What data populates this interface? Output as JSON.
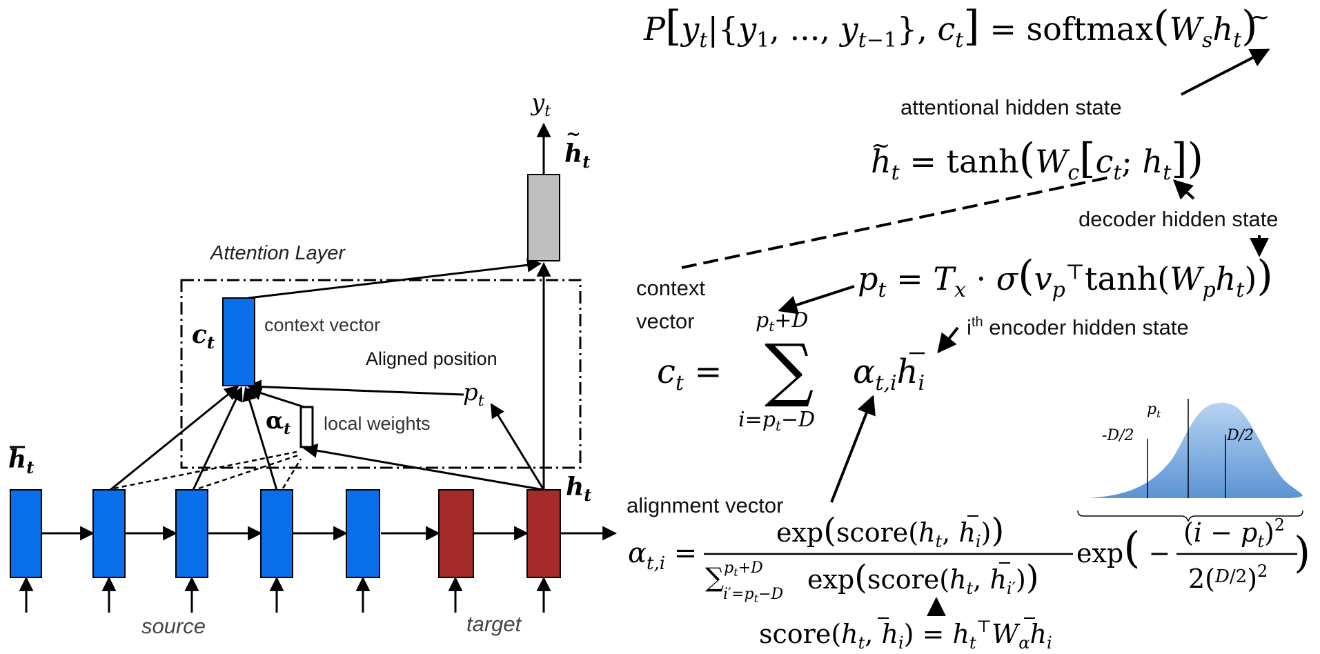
{
  "colors": {
    "encoder": "#0a6fea",
    "decoder": "#a52a2a",
    "top_box": "#bfbfbf",
    "gaussian_top": "#b7d3f2",
    "gaussian_bottom": "#5b93d4"
  },
  "diagram": {
    "attention_layer_label": "Attention Layer",
    "context_vector_label": "context vector",
    "aligned_position_label": "Aligned position",
    "local_weights_label": "local weights",
    "source_label": "source",
    "target_label": "target",
    "c_t": {
      "base": "c",
      "sub": "t"
    },
    "alpha_t": {
      "base": "α",
      "sub": "t"
    },
    "p_t": {
      "base": "p",
      "sub": "t"
    },
    "h_bar_t": {
      "base": "h",
      "sub": "t"
    },
    "h_t": {
      "base": "h",
      "sub": "t"
    },
    "h_tilde_t": {
      "base": "h",
      "sub": "t"
    },
    "y_t": {
      "base": "y",
      "sub": "t"
    }
  },
  "annotations": {
    "attentional_hidden_state": "attentional hidden state",
    "decoder_hidden_state": "decoder hidden state",
    "context_vector_line1": "context",
    "context_vector_line2": "vector",
    "ith_prefix": "i",
    "ith_sup": "th",
    "ith_rest": " encoder hidden state",
    "alignment_vector": "alignment vector"
  },
  "equations": {
    "eq1": "P[yt|{y1, ..., yt−1}, ct] = softmax(Ws h̃t)",
    "eq2": "h̃t = tanh(Wc[ct; ht])",
    "eq3": "pt = Tx · σ(vp⊤ tanh(Wp ht))",
    "eq4": "ct = Σ_{i=pt−D}^{pt+D} αt,i h̄i",
    "eq5": "αt,i = exp(score(ht, h̄i)) / Σ_{i′=pt−D}^{pt+D} exp(score(ht, h̄i′)) · exp(−(i − pt)² / 2(D/2)²)",
    "eq6": "score(ht, h̄i) = ht⊤ Wα h̄i"
  },
  "gaussian": {
    "top_label": "pt",
    "left_label": "-D/2",
    "right_label": "D/2"
  }
}
